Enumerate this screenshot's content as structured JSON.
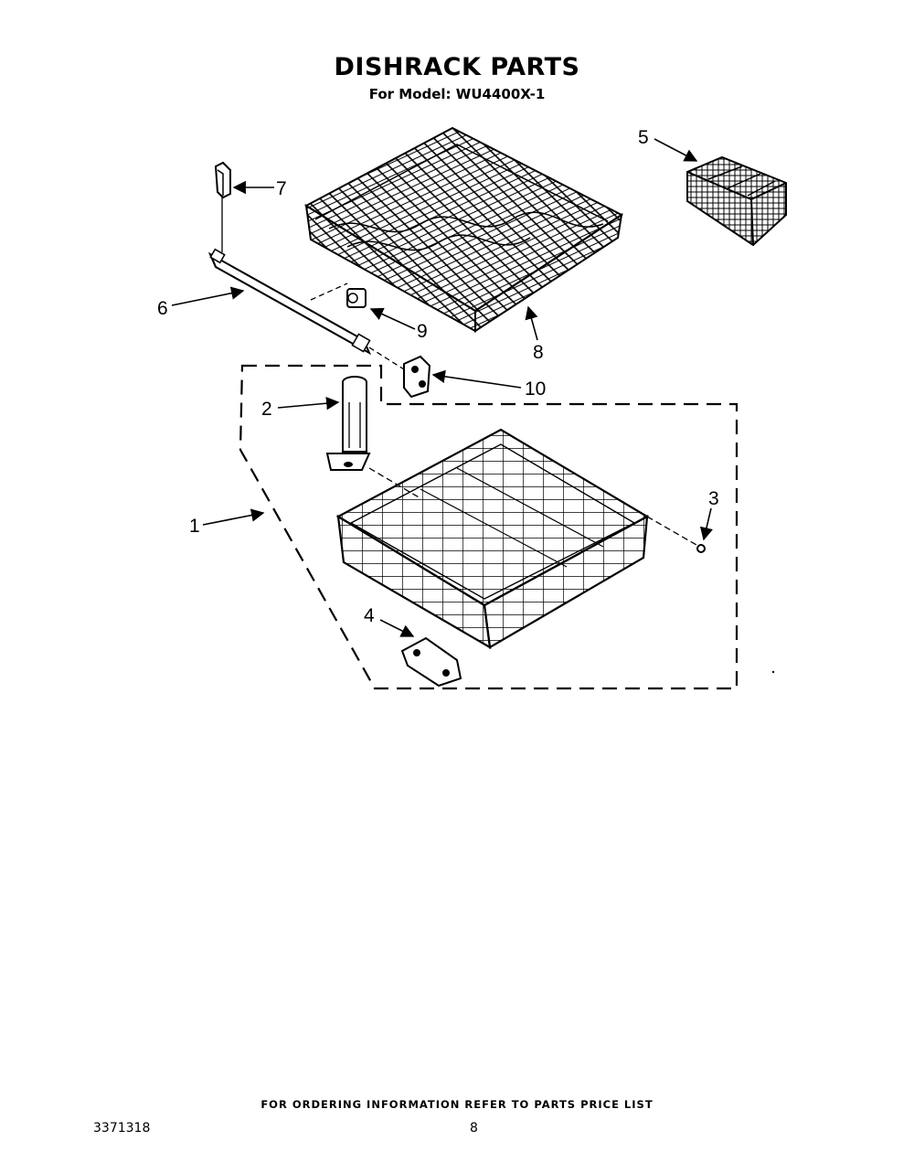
{
  "header": {
    "title": "DISHRACK PARTS",
    "model_label": "For Model:",
    "model_number": "WU4400X-1"
  },
  "callouts": [
    {
      "id": "1",
      "label": "1"
    },
    {
      "id": "2",
      "label": "2"
    },
    {
      "id": "3",
      "label": "3"
    },
    {
      "id": "4",
      "label": "4"
    },
    {
      "id": "5",
      "label": "5"
    },
    {
      "id": "6",
      "label": "6"
    },
    {
      "id": "7",
      "label": "7"
    },
    {
      "id": "8",
      "label": "8"
    },
    {
      "id": "9",
      "label": "9"
    },
    {
      "id": "10",
      "label": "10"
    }
  ],
  "footer": {
    "note": "FOR ORDERING INFORMATION REFER TO PARTS PRICE LIST",
    "doc_number": "3371318",
    "page_number": "8"
  }
}
